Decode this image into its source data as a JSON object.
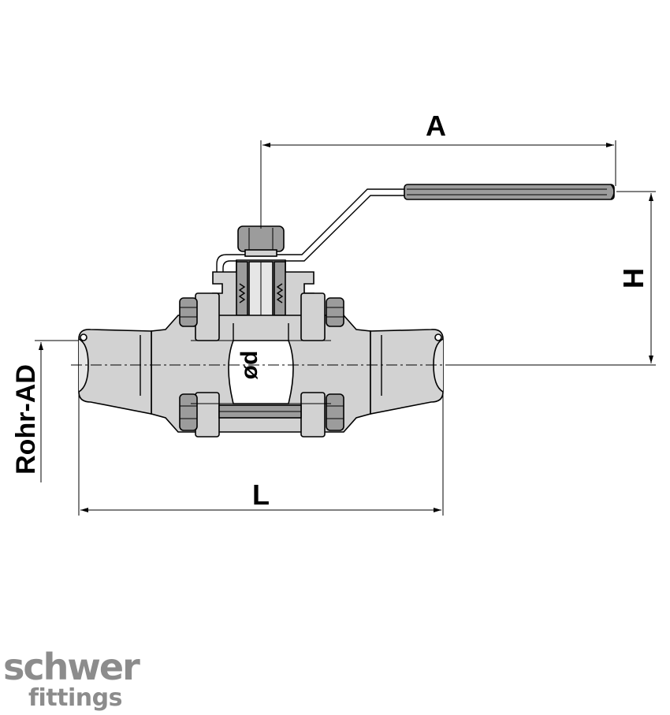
{
  "dimensions": {
    "a_label": "A",
    "h_label": "H",
    "l_label": "L",
    "bore_label": "ød",
    "tube_od_label": "Rohr-AD"
  },
  "logo": {
    "line1": "schwer",
    "line2": "fittings"
  }
}
